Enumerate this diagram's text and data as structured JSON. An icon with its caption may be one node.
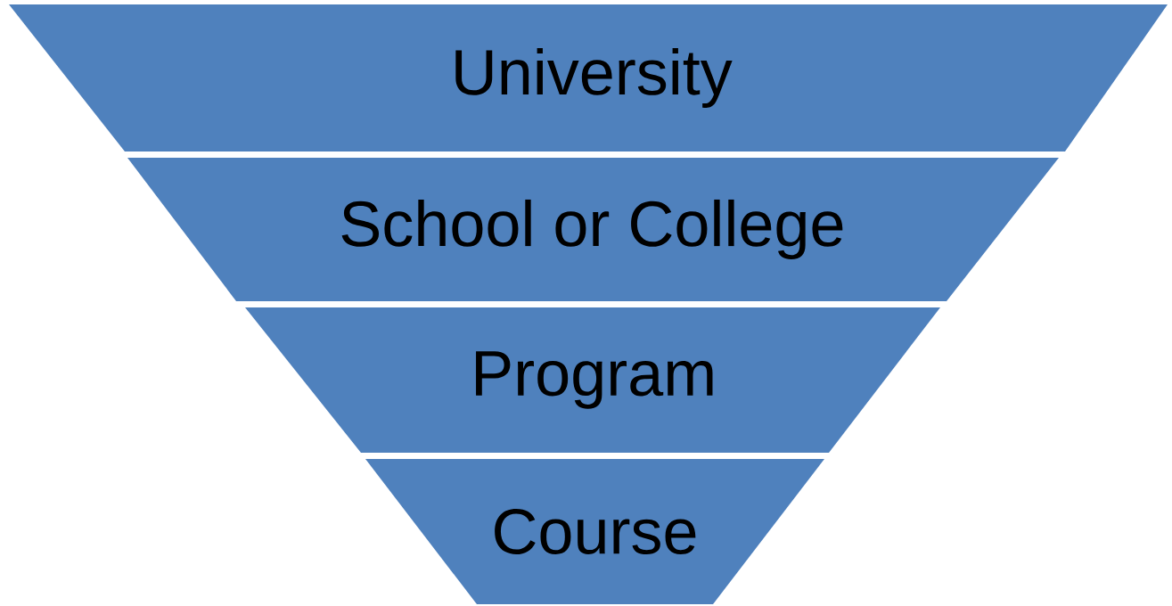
{
  "diagram": {
    "nodes": [
      {
        "text": [
          "University"
        ]
      },
      {
        "text": [
          "School or College"
        ]
      },
      {
        "text": [
          "Program"
        ]
      },
      {
        "text": [
          "Course"
        ]
      }
    ]
  }
}
